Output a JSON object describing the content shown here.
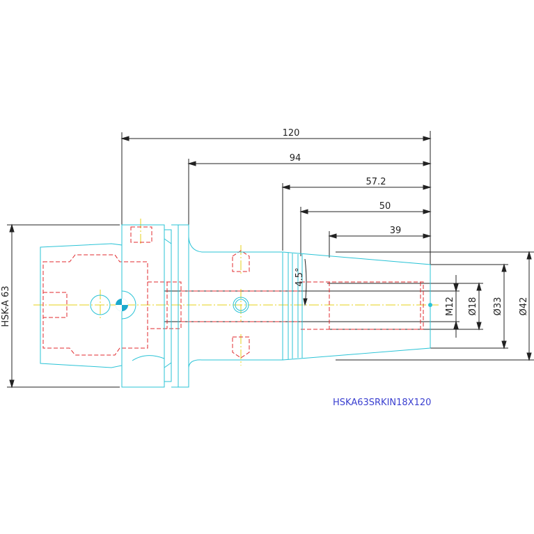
{
  "drawing": {
    "part_name": "HSKA63SRKIN18X120",
    "interface_label": "HSK-A 63",
    "angle_label": "4.5°",
    "dimensions": {
      "overall_length": "120",
      "length_94": "94",
      "length_57_2": "57.2",
      "length_50": "50",
      "length_39": "39",
      "diameter_42": "Ø42",
      "diameter_33": "Ø33",
      "diameter_18": "Ø18",
      "thread": "M12"
    }
  },
  "colors": {
    "outline": "#2ac3d6",
    "hidden": "#e0282c",
    "centerline": "#e6d21a",
    "dimension": "#222222",
    "part_name": "#3a3fd0",
    "background": "#ffffff"
  }
}
